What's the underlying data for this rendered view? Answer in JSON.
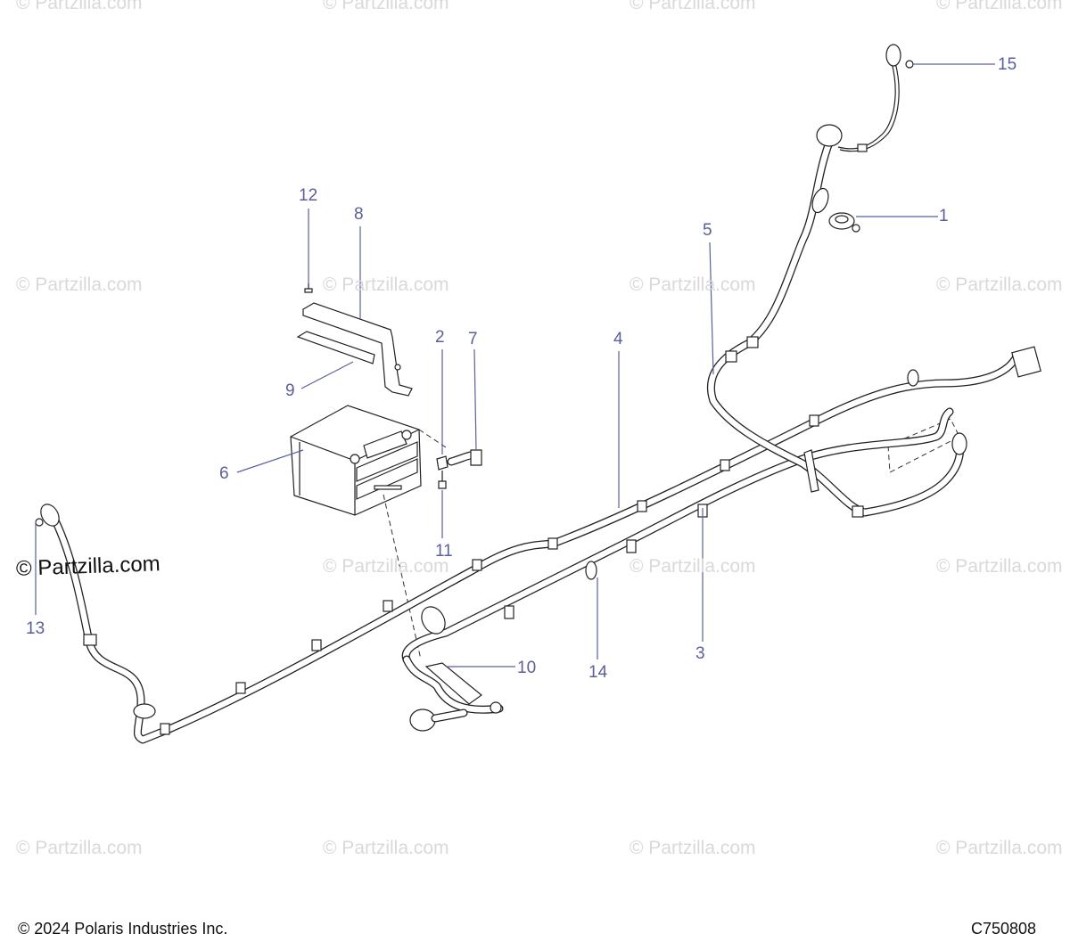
{
  "watermark": {
    "text": "© Partzilla.com",
    "main_text": "© Partzilla.com"
  },
  "callouts": [
    "1",
    "2",
    "3",
    "4",
    "5",
    "6",
    "7",
    "8",
    "9",
    "10",
    "11",
    "12",
    "13",
    "14",
    "15"
  ],
  "footer": {
    "copyright": "© 2024 Polaris Industries Inc.",
    "diagram_code": "C750808"
  },
  "colors": {
    "callout": "#5a5f9c",
    "watermark": "#d9d9d9",
    "line": "#222222"
  }
}
